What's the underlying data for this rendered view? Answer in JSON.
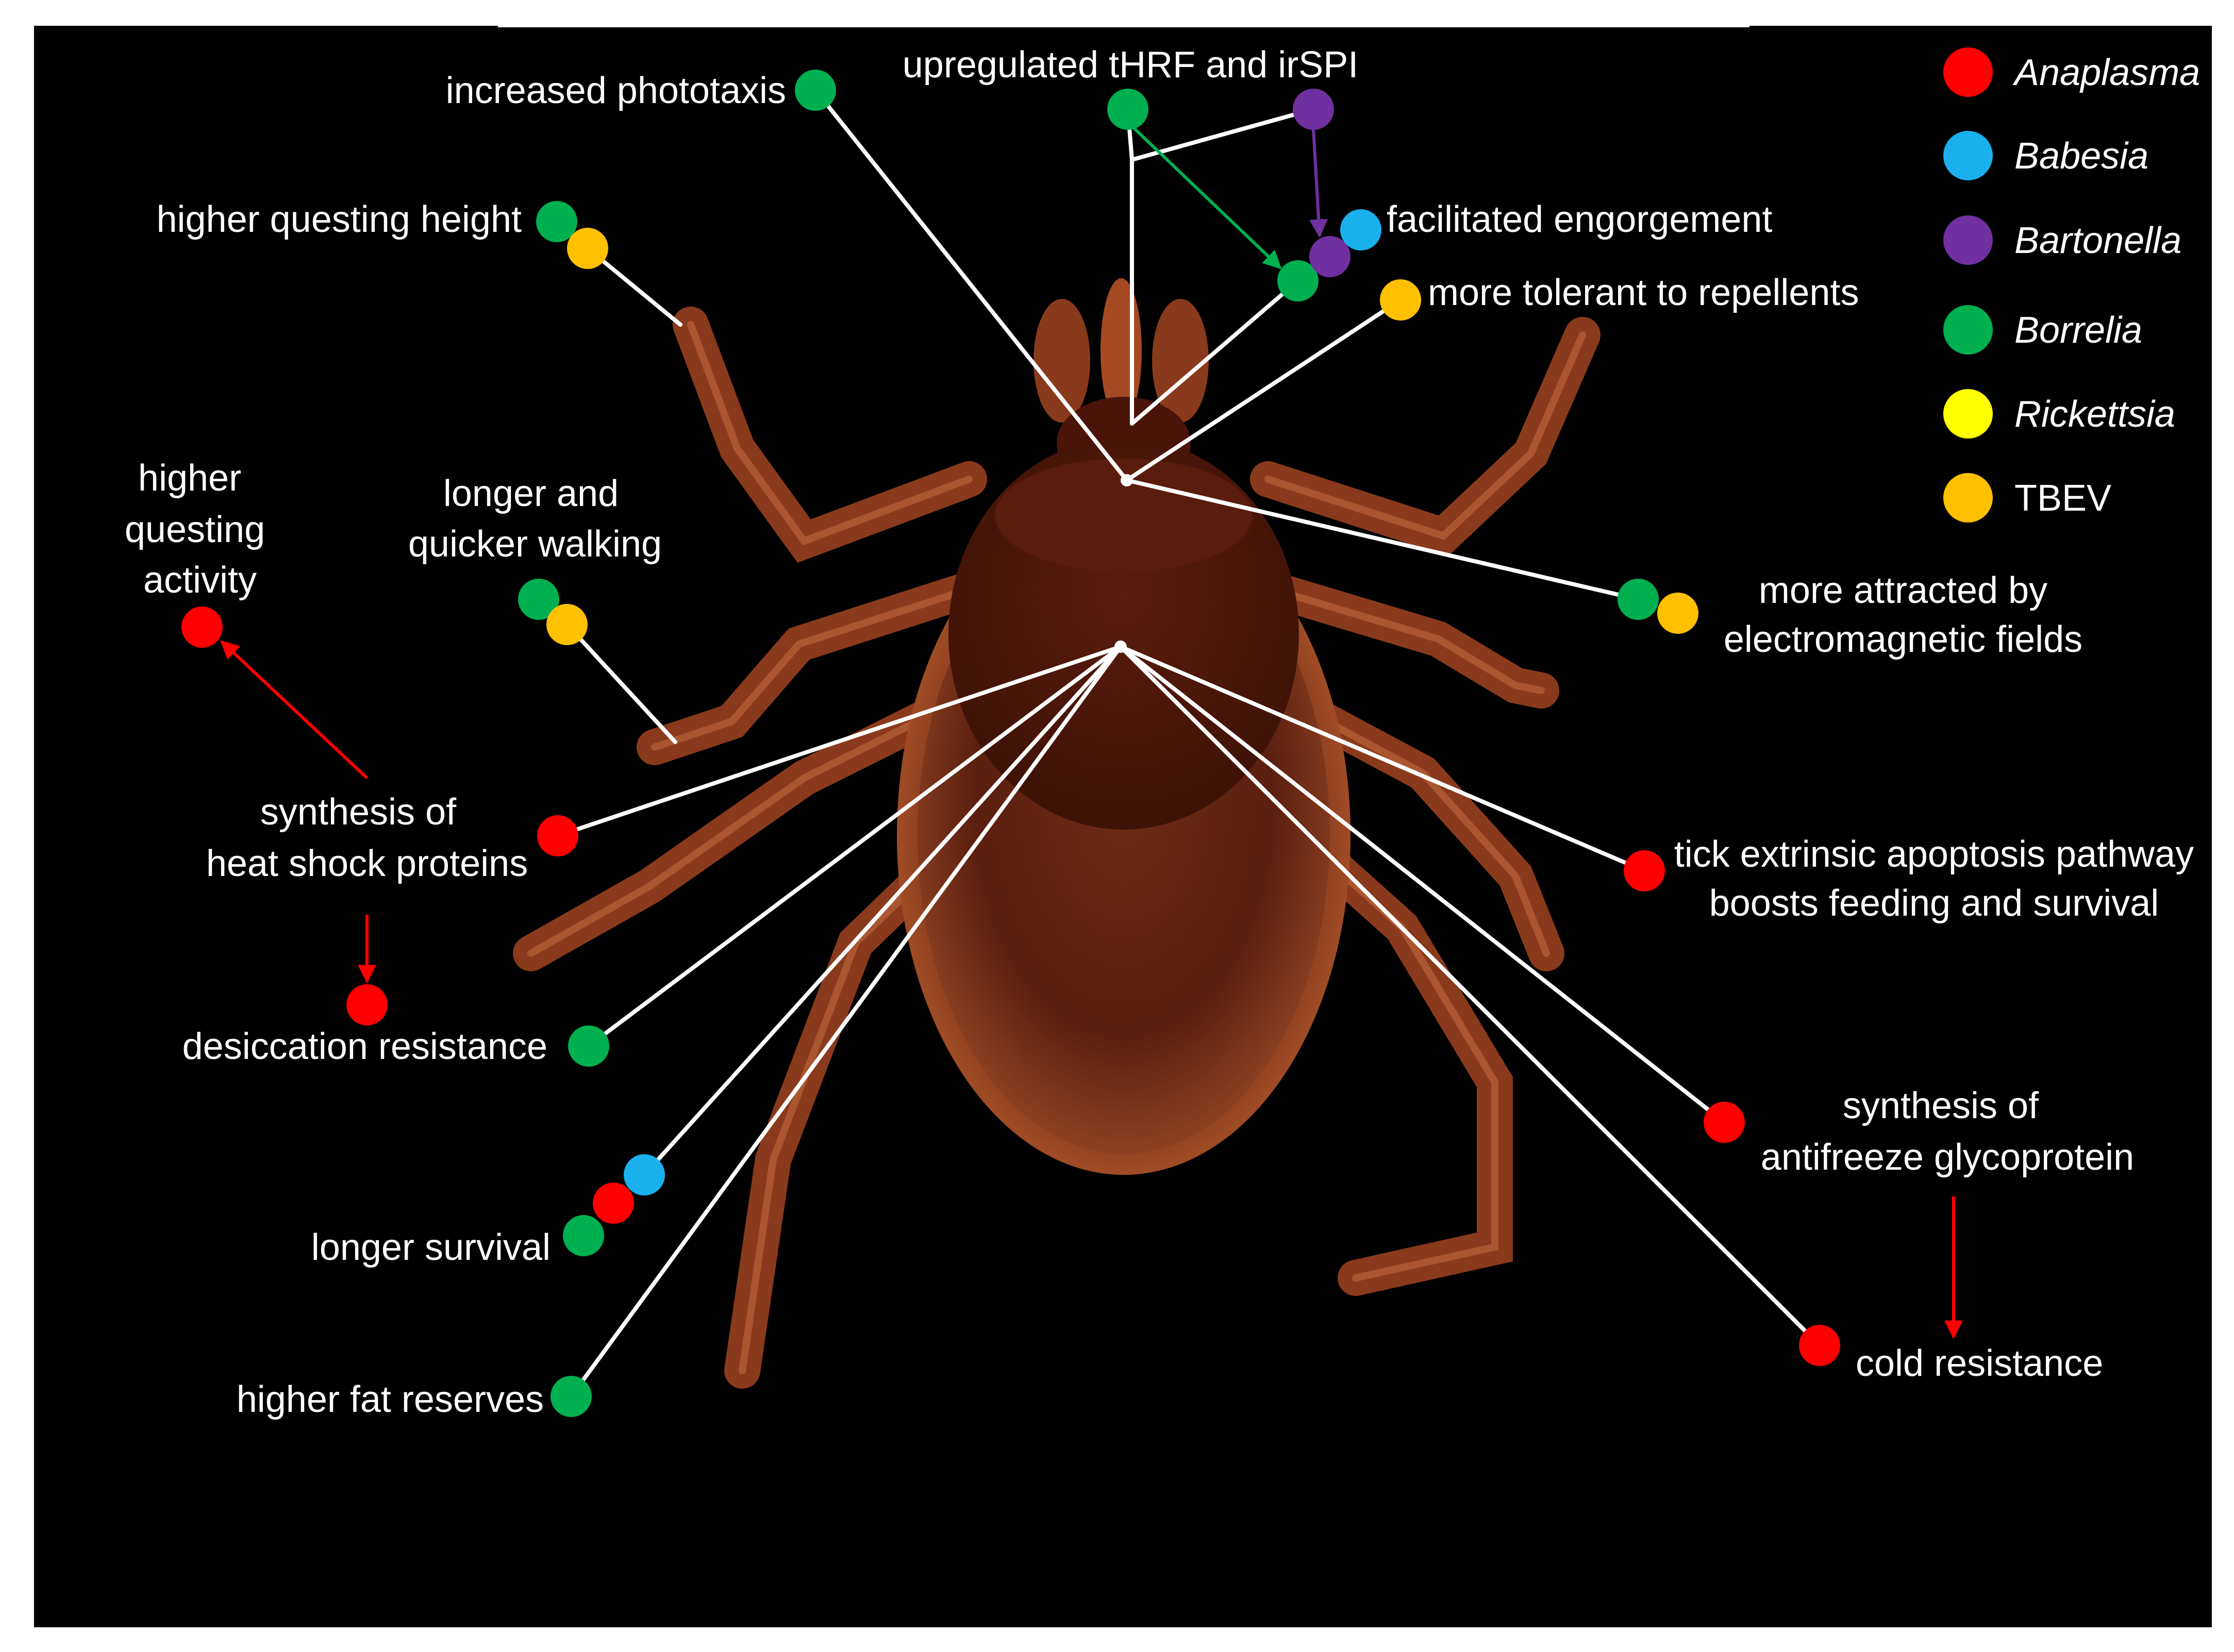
{
  "colors": {
    "background": "#000000",
    "frame": "#ffffff",
    "connector": "#ffffff",
    "Anaplasma": "#ff0000",
    "Babesia": "#1ab0ee",
    "Bartonella": "#7030a0",
    "Borrelia": "#00b050",
    "Rickettsia": "#ffff00",
    "TBEV": "#ffc000"
  },
  "legend": [
    {
      "name": "Anaplasma",
      "italic": true
    },
    {
      "name": "Babesia",
      "italic": true
    },
    {
      "name": "Bartonella",
      "italic": true
    },
    {
      "name": "Borrelia",
      "italic": true
    },
    {
      "name": "Rickettsia",
      "italic": true
    },
    {
      "name": "TBEV",
      "italic": false
    }
  ],
  "annotations": {
    "increased_phototaxis": {
      "text": [
        "increased phototaxis"
      ],
      "pathogens": [
        "Borrelia"
      ]
    },
    "upregulated": {
      "text": [
        "upregulated tHRF and irSPI"
      ],
      "pathogens": [
        "Borrelia",
        "Bartonella"
      ]
    },
    "higher_questing_height": {
      "text": [
        "higher questing height"
      ],
      "pathogens": [
        "Borrelia",
        "TBEV"
      ]
    },
    "facilitated_engorgement": {
      "text": [
        "facilitated engorgement"
      ],
      "pathogens": [
        "Borrelia",
        "Bartonella",
        "Babesia"
      ]
    },
    "tolerant_repellents": {
      "text": [
        "more tolerant to repellents"
      ],
      "pathogens": [
        "TBEV"
      ]
    },
    "higher_questing_activity": {
      "text": [
        "higher",
        "questing",
        "activity"
      ],
      "pathogens": [
        "Anaplasma"
      ]
    },
    "longer_walking": {
      "text": [
        "longer and",
        "quicker walking"
      ],
      "pathogens": [
        "Borrelia",
        "TBEV"
      ]
    },
    "electromagnetic": {
      "text": [
        "more attracted by",
        "electromagnetic fields"
      ],
      "pathogens": [
        "Borrelia",
        "TBEV"
      ]
    },
    "heat_shock": {
      "text": [
        "synthesis of",
        "heat shock proteins"
      ],
      "pathogens": [
        "Anaplasma"
      ]
    },
    "apoptosis": {
      "text": [
        "tick extrinsic apoptosis pathway",
        "boosts feeding and survival"
      ],
      "pathogens": [
        "Anaplasma"
      ]
    },
    "desiccation": {
      "text": [
        "desiccation resistance"
      ],
      "pathogens": [
        "Anaplasma",
        "Borrelia"
      ]
    },
    "antifreeze": {
      "text": [
        "synthesis of",
        "antifreeze glycoprotein"
      ],
      "pathogens": [
        "Anaplasma"
      ]
    },
    "longer_survival": {
      "text": [
        "longer survival"
      ],
      "pathogens": [
        "Babesia",
        "Anaplasma",
        "Borrelia"
      ]
    },
    "cold_resistance": {
      "text": [
        "cold resistance"
      ],
      "pathogens": [
        "Anaplasma"
      ]
    },
    "fat_reserves": {
      "text": [
        "higher fat reserves"
      ],
      "pathogens": [
        "Borrelia"
      ]
    }
  }
}
